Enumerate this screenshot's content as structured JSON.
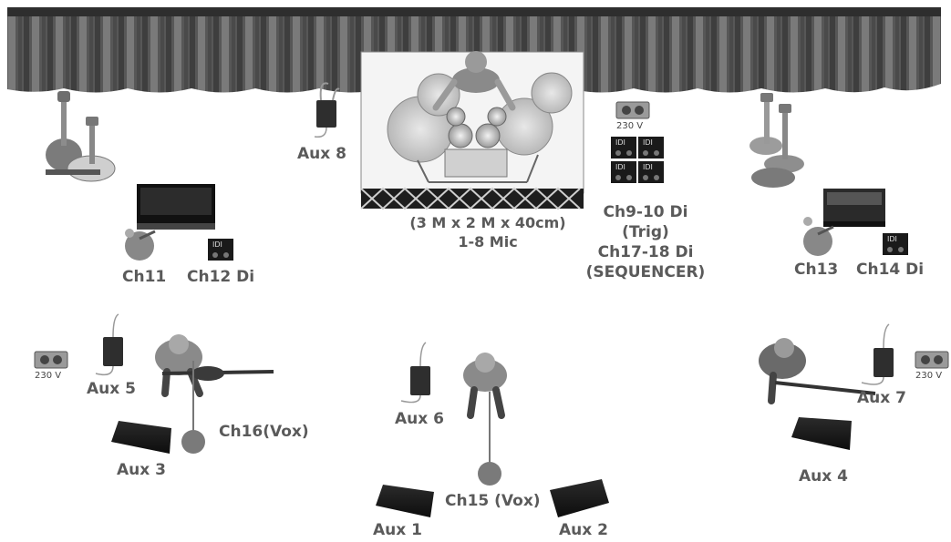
{
  "labels": {
    "aux8": "Aux 8",
    "ch11": "Ch11",
    "ch12": "Ch12 Di",
    "ch13": "Ch13",
    "ch14": "Ch14 Di",
    "aux5": "Aux 5",
    "aux3": "Aux 3",
    "ch16": "Ch16(Vox)",
    "aux6": "Aux 6",
    "ch15": "Ch15 (Vox)",
    "aux1": "Aux 1",
    "aux2": "Aux 2",
    "aux7": "Aux 7",
    "aux4": "Aux 4"
  },
  "riser": {
    "line1": "(3 M x 2 M x 40cm)",
    "line2": "1-8 Mic"
  },
  "tech": {
    "line1": "Ch9-10 Di",
    "line2": "(Trig)",
    "line3": "Ch17-18 Di",
    "line4": "(SEQUENCER)"
  },
  "power": {
    "center": "230 V",
    "left": "230 V",
    "right": "230 V"
  },
  "di_badge": "IDI"
}
